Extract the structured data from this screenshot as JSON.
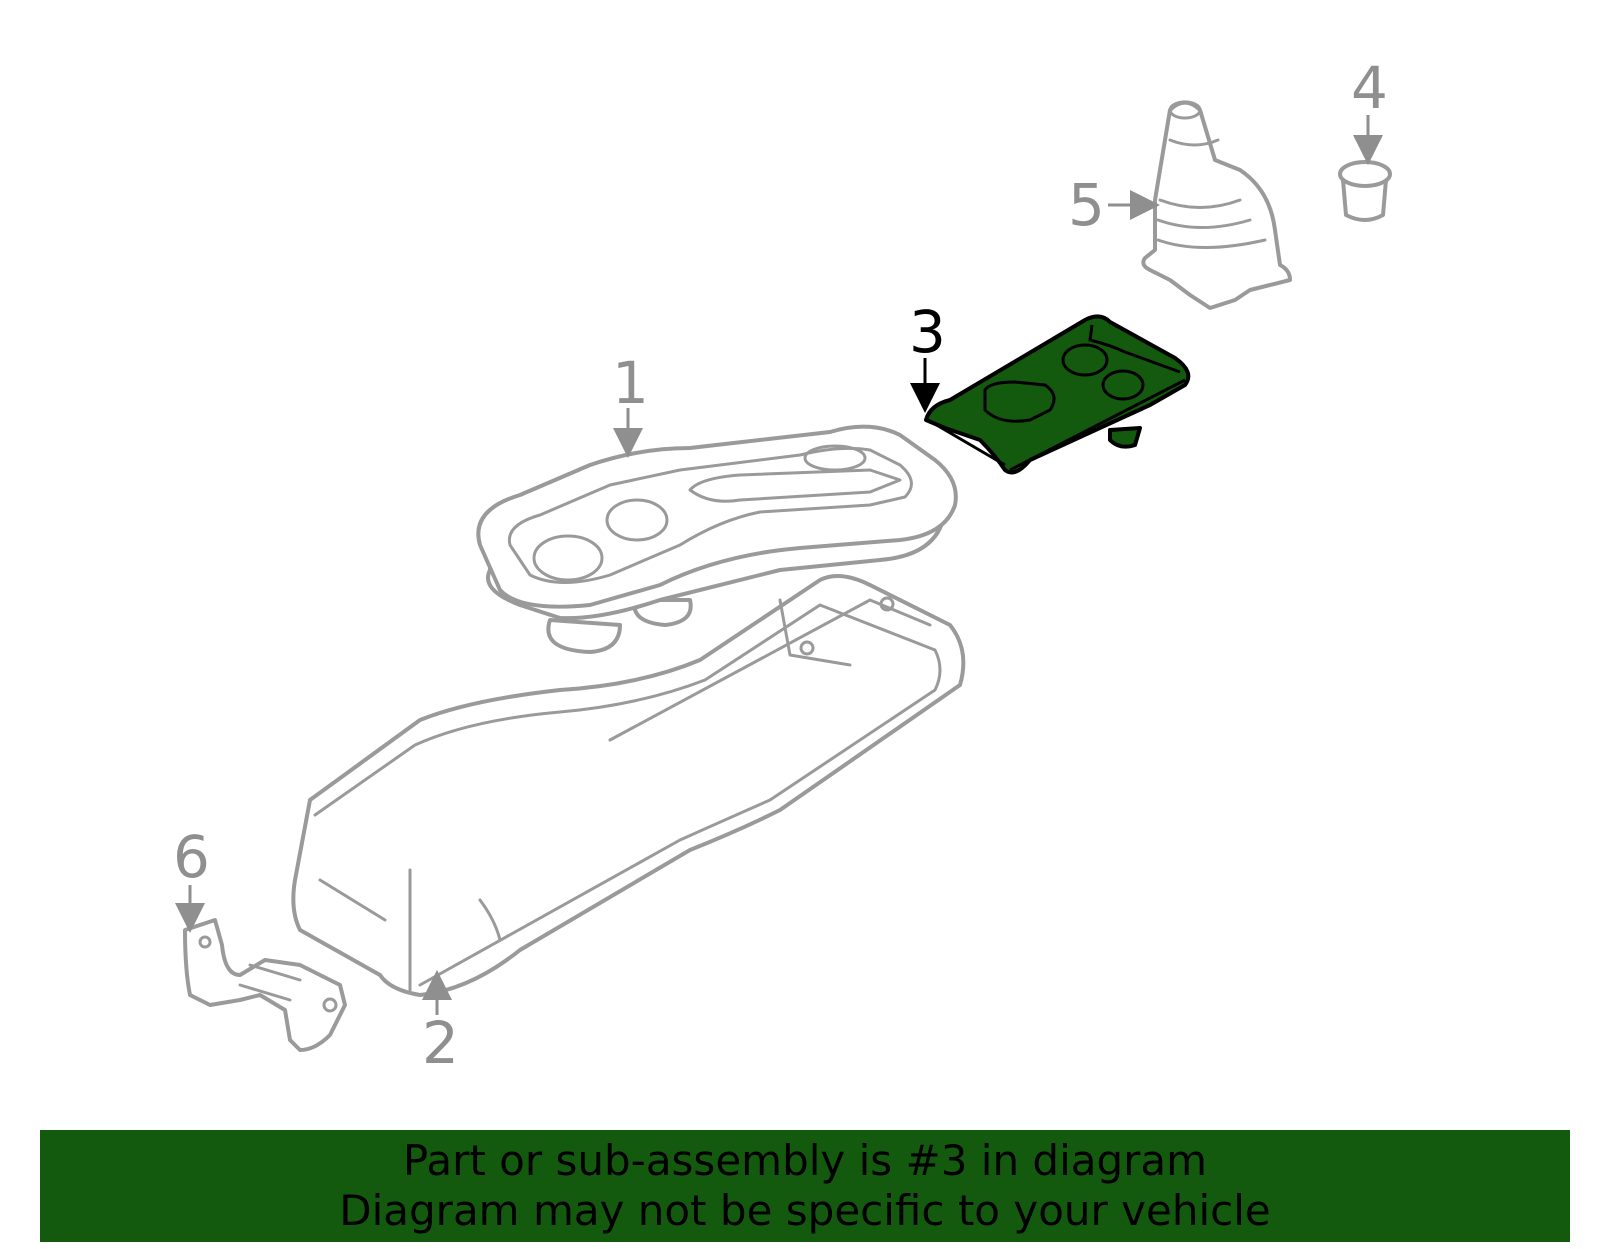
{
  "callouts": {
    "c1": "1",
    "c2": "2",
    "c3": "3",
    "c4": "4",
    "c5": "5",
    "c6": "6"
  },
  "highlighted_part": "3",
  "colors": {
    "highlight": "#145a0e",
    "part_outline": "#9a9a9a",
    "active_label": "#000000"
  },
  "banner": {
    "line1": "Part or sub-assembly is #3 in diagram",
    "line2": "Diagram may not be specific to your vehicle"
  }
}
